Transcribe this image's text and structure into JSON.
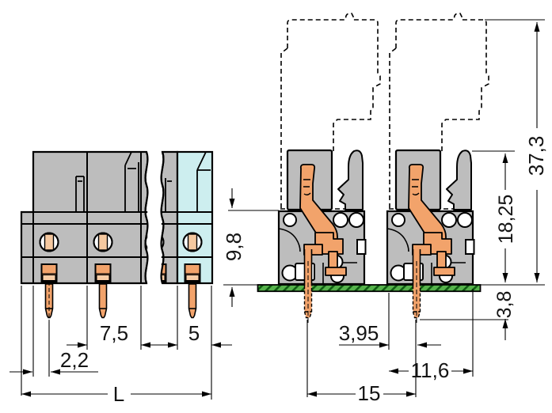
{
  "document": {
    "type": "technical-dimension-drawing",
    "subject": "Multi-pole PCB female header connector, front view and side sections with mating plug shown dashed",
    "decimal_style": "comma"
  },
  "views": {
    "front": {
      "description": "Front view with break lines; right-most position highlighted as 5 mm pitch variant",
      "positions_visible": 3
    },
    "side": {
      "description": "Two identical side cross-sections soldered on PCB, mating plug outline dashed above"
    }
  },
  "dimensions": {
    "front": [
      {
        "id": "pitch-7-5",
        "label": "7,5"
      },
      {
        "id": "pitch-5",
        "label": "5"
      },
      {
        "id": "edge-to-pin",
        "label": "2,2"
      },
      {
        "id": "total-length",
        "label": "L"
      }
    ],
    "side": [
      {
        "id": "edge-to-pin-depth",
        "label": "3,95"
      },
      {
        "id": "pin-row-span",
        "label": "15"
      },
      {
        "id": "housing-depth",
        "label": "11,6"
      },
      {
        "id": "collar-to-board",
        "label": "9,8"
      },
      {
        "id": "height-above-board",
        "label": "18,25"
      },
      {
        "id": "total-height-with-plug",
        "label": "37,3"
      },
      {
        "id": "pin-length-below-board",
        "label": "3,8"
      }
    ]
  },
  "colors": {
    "housing_gray": "#bdbdbd",
    "variant_highlight_blue": "#cdeeef",
    "contact_orange": "#f2a36b",
    "contact_light_orange": "#f8cda6",
    "slot_show_through": "#f6c9a0",
    "pcb_green": "#56b24b",
    "pcb_hatch_dark": "#0f5c12",
    "line_black": "#000000"
  }
}
